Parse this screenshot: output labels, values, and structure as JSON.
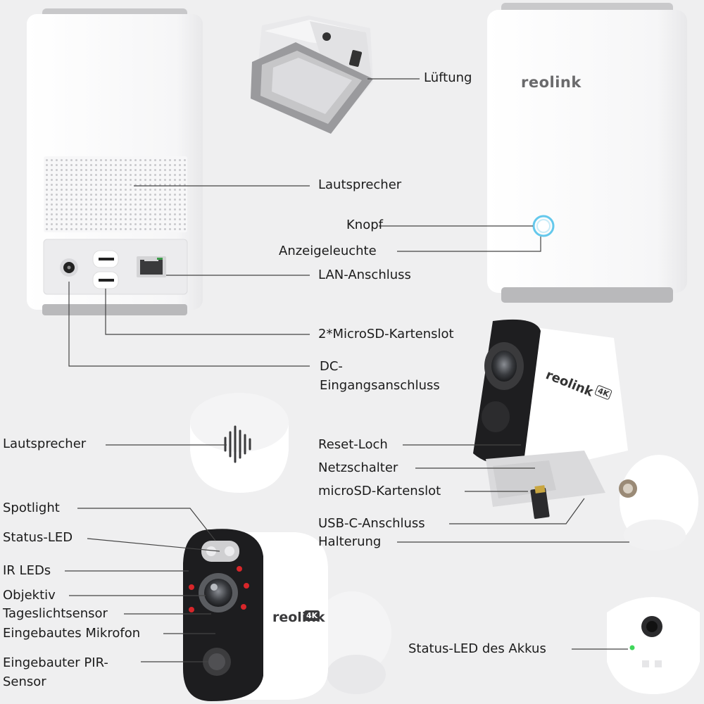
{
  "labels": {
    "lueftung": "Lüftung",
    "lautsprecher_hub": "Lautsprecher",
    "knopf": "Knopf",
    "anzeigeleuchte": "Anzeigeleuchte",
    "lan": "LAN-Anschluss",
    "microsd_slot_hub": "2*MicroSD-Kartenslot",
    "dc_line1": "DC-",
    "dc_line2": "Eingangsanschluss",
    "lautsprecher_cam": "Lautsprecher",
    "reset": "Reset-Loch",
    "netzschalter": "Netzschalter",
    "microsd_cam": "microSD-Kartenslot",
    "usbc": "USB-C-Anschluss",
    "halterung": "Halterung",
    "spotlight": "Spotlight",
    "status_led": "Status-LED",
    "ir_leds": "IR LEDs",
    "objektiv": "Objektiv",
    "tageslicht": "Tageslichtsensor",
    "mikrofon": "Eingebautes Mikrofon",
    "pir_line1": "Eingebauter PIR-",
    "pir_line2": "Sensor",
    "akku_led": "Status-LED des Akkus"
  },
  "logos": {
    "brand": "reolink",
    "badge": "4K"
  },
  "colors": {
    "background": "#efeff0",
    "device_white": "#ffffff",
    "device_gray": "#b9b9bb",
    "leader_line": "#444444",
    "indicator_ring": "#64c8ec",
    "ir_led": "#d8262a",
    "akku_led": "#3fd65a",
    "camera_face": "#1e1e20"
  },
  "icons": [
    "speaker-grille-icon",
    "dc-port-icon",
    "microsd-slot-icon",
    "lan-port-icon",
    "indicator-light-icon"
  ]
}
